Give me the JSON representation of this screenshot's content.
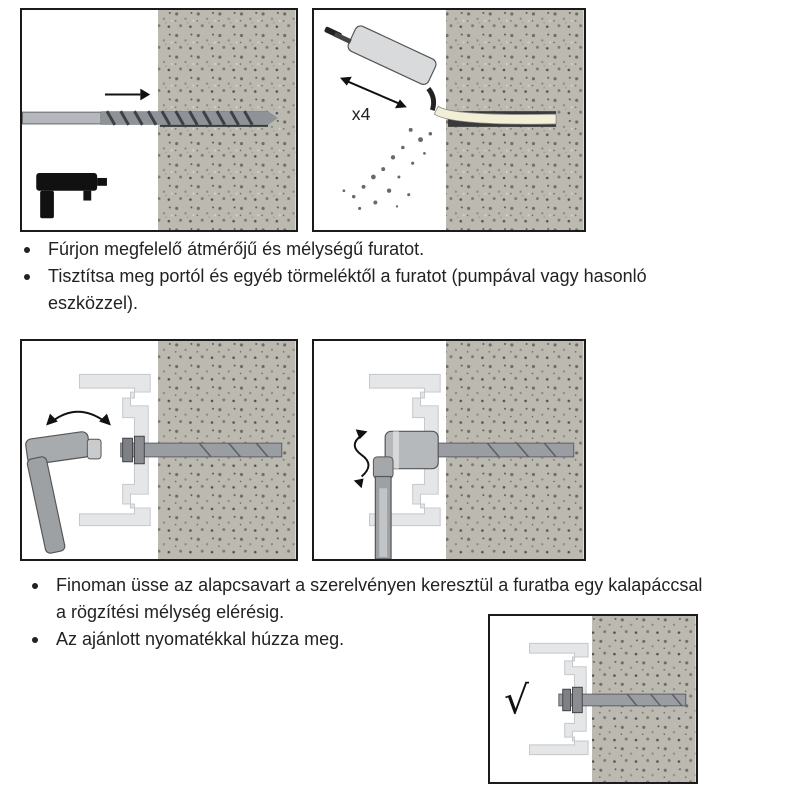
{
  "panels": [
    {
      "name": "drill-panel"
    },
    {
      "name": "pump-panel",
      "repeat_label": "x4"
    },
    {
      "name": "hammer-panel"
    },
    {
      "name": "wrench-panel"
    },
    {
      "name": "finished-panel",
      "check_mark": "√"
    }
  ],
  "steps_top": [
    "Fúrjon megfelelő átmérőjű és mélységű furatot.",
    "Tisztítsa meg portól és egyéb törmeléktől a furatot (pumpával vagy hasonló eszközzel)."
  ],
  "steps_bottom": [
    "Finoman üsse az alapcsavart a szerelvényen keresztül a furatba egy kalapáccsal a rögzítési mélység elérésig.",
    "Az ajánlott nyomatékkal húzza meg."
  ],
  "icons": [
    "drill-icon",
    "hammer-icon",
    "wrench-icon",
    "pump-icon",
    "check-icon"
  ],
  "colors": {
    "concrete": "#b9b6ae",
    "frame": "#1a1a1a",
    "metal": "#9a9ea3",
    "bracket": "#e4e6e8"
  }
}
